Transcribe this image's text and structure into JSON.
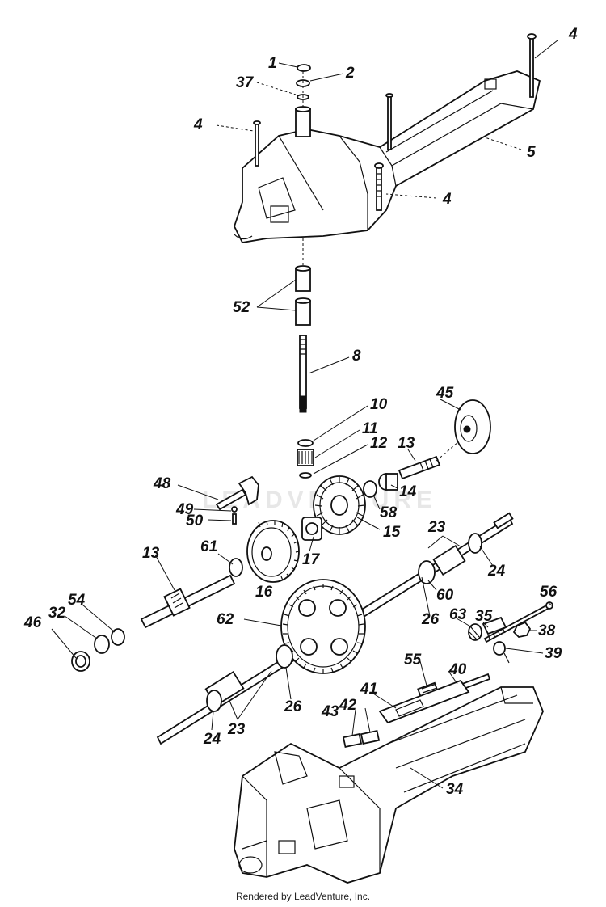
{
  "watermark": "LEADVENTURE",
  "footer": "Rendered by LeadVenture, Inc.",
  "labels": {
    "l1": "1",
    "l2": "2",
    "l37": "37",
    "l4a": "4",
    "l4b": "4",
    "l4c": "4",
    "l5": "5",
    "l52": "52",
    "l8": "8",
    "l10": "10",
    "l11": "11",
    "l12": "12",
    "l45": "45",
    "l13a": "13",
    "l14": "14",
    "l48": "48",
    "l49": "49",
    "l50": "50",
    "l58": "58",
    "l15": "15",
    "l23a": "23",
    "l24a": "24",
    "l61": "61",
    "l17": "17",
    "l13b": "13",
    "l16": "16",
    "l60": "60",
    "l54": "54",
    "l32": "32",
    "l46": "46",
    "l62": "62",
    "l26a": "26",
    "l56": "56",
    "l63": "63",
    "l35": "35",
    "l38": "38",
    "l39": "39",
    "l55": "55",
    "l40": "40",
    "l41": "41",
    "l43": "43",
    "l42": "42",
    "l26b": "26",
    "l24b": "24",
    "l23b": "23",
    "l34": "34"
  }
}
